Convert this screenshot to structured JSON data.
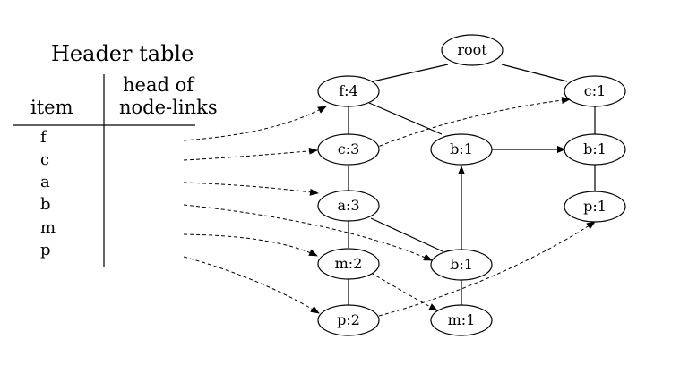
{
  "header_table": {
    "title": "Header table",
    "col_item": "item",
    "col_head_line1": "head of",
    "col_head_line2": "node-links",
    "items": [
      "f",
      "c",
      "a",
      "b",
      "m",
      "p"
    ]
  },
  "tree": {
    "nodes": {
      "root": "root",
      "f4": "f:4",
      "c1": "c:1",
      "c3": "c:3",
      "b1_mid": "b:1",
      "b1_right": "b:1",
      "a3": "a:3",
      "p1": "p:1",
      "m2": "m:2",
      "b1_low": "b:1",
      "p2": "p:2",
      "m1": "m:1"
    }
  }
}
